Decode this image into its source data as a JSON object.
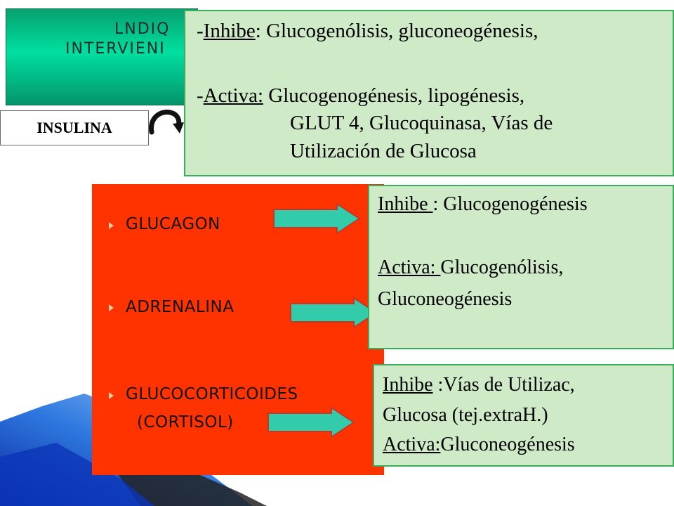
{
  "title": {
    "line1": "LNDIQ",
    "line2": "INTERVIENI"
  },
  "insulina": {
    "label": "INSULINA"
  },
  "insulina_effects": {
    "inhibe_prefix": "-",
    "inhibe_label": "Inhibe",
    "inhibe_text": ": Glucogenólisis,  gluconeogénesis,",
    "activa_prefix": "-",
    "activa_label": "Activa:",
    "activa_line1": " Glucogenogénesis,  lipogénesis,",
    "activa_line2": "GLUT 4, Glucoquinasa, Vías de",
    "activa_line3": "Utilización  de Glucosa"
  },
  "hormones": {
    "glucagon": "GLUCAGON",
    "adrenalina": "ADRENALINA",
    "glucocorticoides": "GLUCOCORTICOIDES",
    "cortisol": "(CORTISOL)"
  },
  "glucagon_effects": {
    "inhibe_label": "Inhibe ",
    "inhibe_text": ": Glucogenogénesis",
    "activa_label": "Activa: ",
    "activa_text": "Glucogenólisis,",
    "activa_text2": "Gluconeogénesis"
  },
  "cortisol_effects": {
    "inhibe_label": "Inhibe",
    "inhibe_text": " :Vías de  Utilizac,",
    "line2": "Glucosa  (tej.extraH.)",
    "activa_label": "Activa:",
    "activa_text": "Gluconeogénesis"
  },
  "colors": {
    "title_green": "#00e0a0",
    "box_fill": "#cfeac6",
    "box_border": "#3bab5c",
    "red_panel": "#ff3300",
    "arrow_fill": "#33ccaa",
    "corner_blue": "#1a4fd0"
  },
  "icons": {
    "curl": "curved-arrow-icon",
    "bullet": "triangle-bullet-icon",
    "arrow": "right-block-arrow-icon"
  }
}
